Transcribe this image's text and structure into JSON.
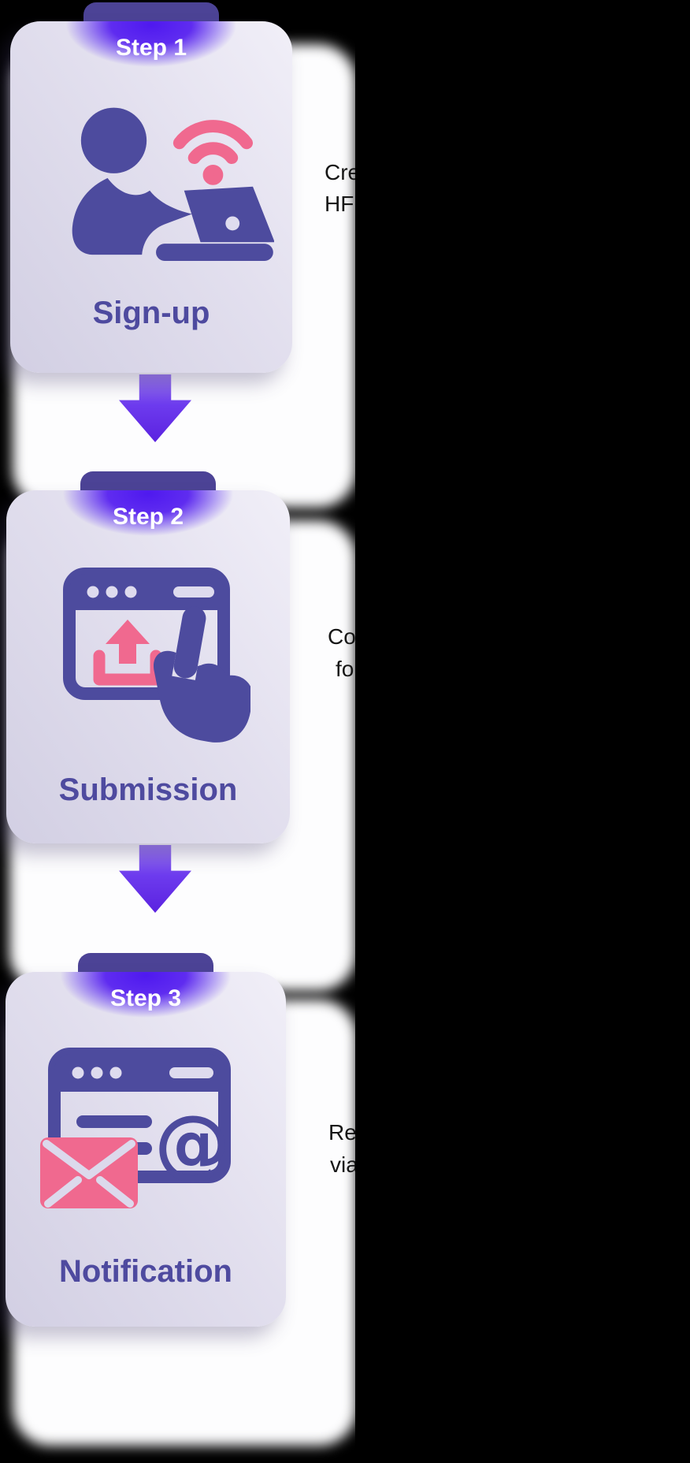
{
  "page": {
    "background_color": "#000000",
    "type": "process-steps-infographic"
  },
  "steps": [
    {
      "badge_label": "Step 1",
      "title": "Sign-up",
      "icon": "person-laptop-wifi-icon",
      "description_visible_lines": [
        "Cre",
        "HF"
      ]
    },
    {
      "badge_label": "Step 2",
      "title": "Submission",
      "icon": "browser-upload-click-icon",
      "description_visible_lines": [
        "Co",
        "fo"
      ]
    },
    {
      "badge_label": "Step 3",
      "title": "Notification",
      "icon": "browser-email-at-icon",
      "description_visible_lines": [
        "Re",
        "via"
      ]
    }
  ],
  "connectors": [
    "down-arrow",
    "down-arrow"
  ],
  "colors": {
    "indigo_icon": "#4d4b9e",
    "title_text": "#4e4a9f",
    "pink_accent": "#f0698f",
    "tab_dark": "#4c4396",
    "badge_glow": "#4f19ef",
    "badge_text": "#ffffff",
    "arrow_violet_top": "#9a79f0",
    "arrow_violet_bottom": "#5b22e0",
    "card_lavender": "#dedbec",
    "backdrop_white": "#fdfdfe",
    "description_text": "#161616"
  }
}
